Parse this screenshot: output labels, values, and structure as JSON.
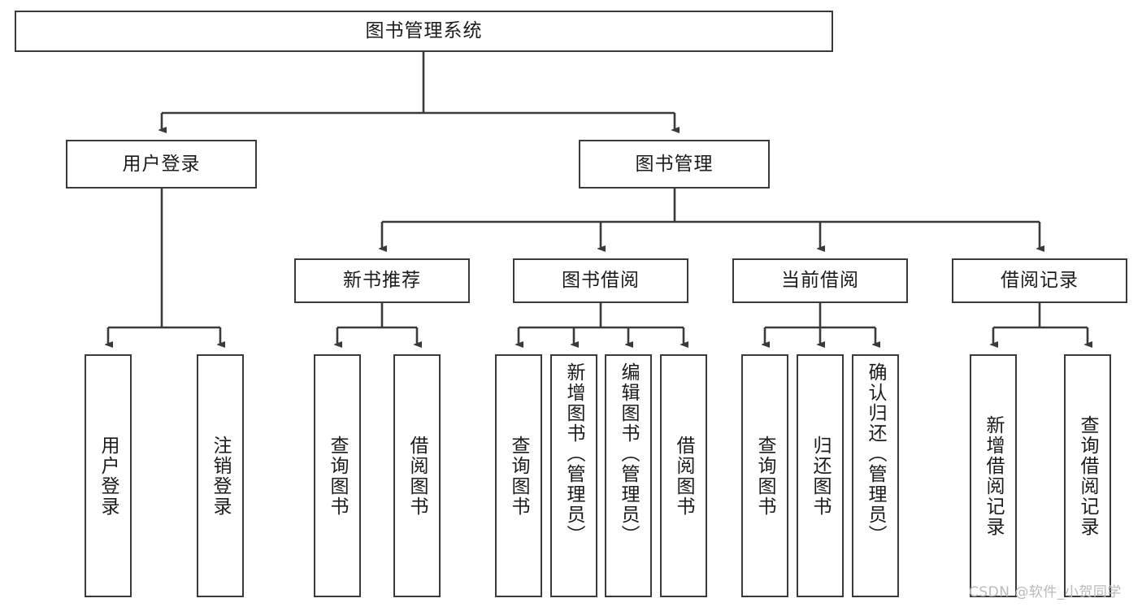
{
  "diagram": {
    "type": "tree-hierarchy-chart",
    "title": "图书管理系统",
    "colors": {
      "box_border": "#3a3a3a",
      "box_fill": "#ffffff",
      "line": "#3a3a3a",
      "text": "#1b1b1b",
      "watermark": "#b9b9b9",
      "background": "#ffffff"
    },
    "root": {
      "label": "图书管理系统"
    },
    "level2": [
      {
        "label": "用户登录"
      },
      {
        "label": "图书管理"
      }
    ],
    "level3": [
      {
        "label": "新书推荐"
      },
      {
        "label": "图书借阅"
      },
      {
        "label": "当前借阅"
      },
      {
        "label": "借阅记录"
      }
    ],
    "leaves": [
      {
        "label": "用户登录",
        "parent": "用户登录"
      },
      {
        "label": "注销登录",
        "parent": "用户登录"
      },
      {
        "label": "查询图书",
        "parent": "新书推荐"
      },
      {
        "label": "借阅图书",
        "parent": "新书推荐"
      },
      {
        "label": "查询图书",
        "parent": "图书借阅"
      },
      {
        "label": "新增图书（管理员）",
        "parent": "图书借阅"
      },
      {
        "label": "编辑图书（管理员）",
        "parent": "图书借阅"
      },
      {
        "label": "借阅图书",
        "parent": "图书借阅"
      },
      {
        "label": "查询图书",
        "parent": "当前借阅"
      },
      {
        "label": "归还图书",
        "parent": "当前借阅"
      },
      {
        "label": "确认归还（管理员）",
        "parent": "当前借阅"
      },
      {
        "label": "新增借阅记录",
        "parent": "借阅记录"
      },
      {
        "label": "查询借阅记录",
        "parent": "借阅记录"
      }
    ]
  },
  "watermark": {
    "text": "CSDN @软件_小贺同学"
  }
}
